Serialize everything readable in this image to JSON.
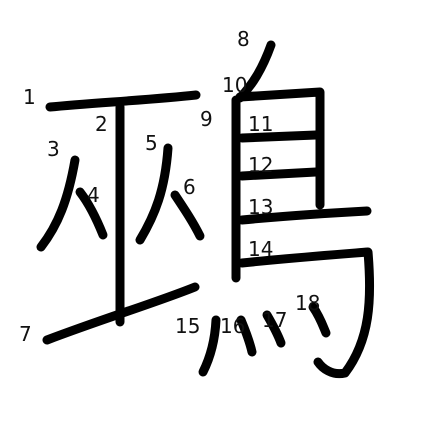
{
  "stroke_order_labels": [
    "1",
    "2",
    "3",
    "4",
    "5",
    "6",
    "7",
    "8",
    "9",
    "10",
    "11",
    "12",
    "13",
    "14",
    "15",
    "16",
    "17",
    "18"
  ],
  "colors": {
    "background": "#ffffff",
    "ink": "#000000"
  }
}
